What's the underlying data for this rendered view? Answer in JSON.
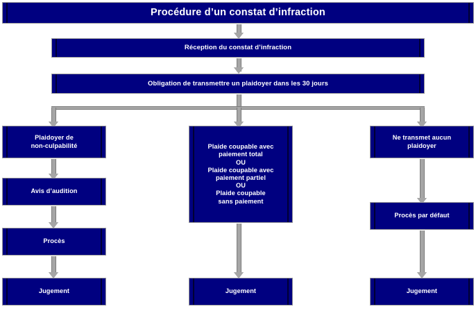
{
  "diagram": {
    "title": "Procédure d’un constat d’infraction",
    "background_color": "#ffffff",
    "node_fill_color": "#000080",
    "node_text_color": "#ffffff",
    "connector_color": "#a6a6a6",
    "nodes": {
      "title": "Procédure d’un constat d’infraction",
      "reception": "Réception du constat d’infraction",
      "obligation": "Obligation de transmettre un plaidoyer dans les 30 jours",
      "left_1": "Plaidoyer de\nnon-culpabilité",
      "left_2": "Avis d’audition",
      "left_3": "Procès",
      "left_4": "Jugement",
      "center_1": "Plaide coupable avec\npaiement total\nOU\nPlaide coupable avec\npaiement partiel\nOU\nPlaide coupable\nsans paiement",
      "center_2": "Jugement",
      "right_1": "Ne transmet aucun\nplaidoyer",
      "right_2": "Procès par défaut",
      "right_3": "Jugement"
    }
  }
}
